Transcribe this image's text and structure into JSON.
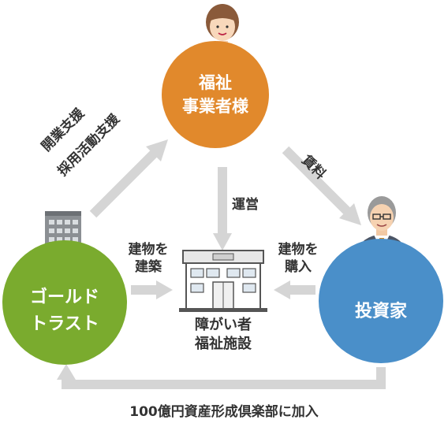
{
  "nodes": {
    "welfare": {
      "line1": "福祉",
      "line2": "事業者様"
    },
    "gold": {
      "line1": "ゴールド",
      "line2": "トラスト"
    },
    "investor": {
      "label": "投資家"
    },
    "facility": {
      "line1": "障がい者",
      "line2": "福祉施設"
    }
  },
  "edges": {
    "support": {
      "line1": "開業支援",
      "line2": "採用活動支援"
    },
    "rent": "賃料",
    "operate": "運営",
    "build": {
      "line1": "建物を",
      "line2": "建築"
    },
    "buy": {
      "line1": "建物を",
      "line2": "購入"
    }
  },
  "bottom": "100億円資産形成倶楽部に加入",
  "colors": {
    "welfare": "#e1892c",
    "gold": "#7aab2e",
    "investor": "#4a8fc9",
    "arrow": "#d5d5d5"
  }
}
